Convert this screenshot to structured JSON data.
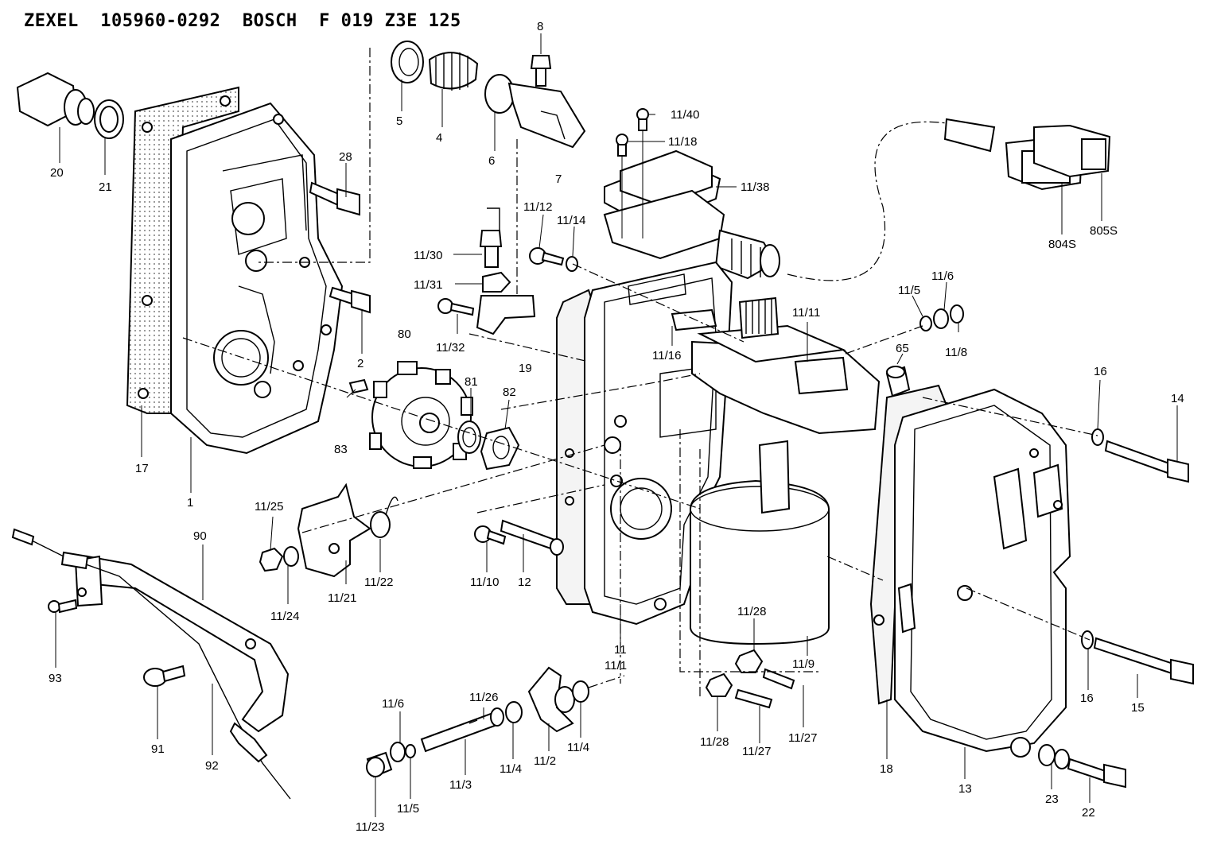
{
  "header": {
    "title": "ZEXEL  105960-0292  BOSCH  F 019 Z3E 125"
  },
  "diagram": {
    "labels": {
      "20": "20",
      "21": "21",
      "28": "28",
      "5": "5",
      "4": "4",
      "8": "8",
      "6": "6",
      "7": "7",
      "11_40": "11/40",
      "11_18": "11/18",
      "11_38": "11/38",
      "804S": "804S",
      "805S": "805S",
      "11_12": "11/12",
      "11_14": "11/14",
      "11_30": "11/30",
      "11_31": "11/31",
      "11_32": "11/32",
      "2": "2",
      "80": "80",
      "19": "19",
      "11_16": "11/16",
      "11_11": "11/11",
      "11_5a": "11/5",
      "11_6a": "11/6",
      "11_8": "11/8",
      "65": "65",
      "16a": "16",
      "14": "14",
      "83": "83",
      "81": "81",
      "82": "82",
      "17": "17",
      "1": "1",
      "11_25": "11/25",
      "11_22": "11/22",
      "11_24": "11/24",
      "11_21": "11/21",
      "11_10": "11/10",
      "12": "12",
      "90": "90",
      "93": "93",
      "91": "91",
      "92": "92",
      "11": "11",
      "11_1": "11/1",
      "11_28a": "11/28",
      "11_9": "11/9",
      "11_27a": "11/27",
      "11_28b": "11/28",
      "11_27b": "11/27",
      "16b": "16",
      "15": "15",
      "18": "18",
      "13": "13",
      "23": "23",
      "22": "22",
      "11_6b": "11/6",
      "11_26": "11/26",
      "11_3": "11/3",
      "11_4a": "11/4",
      "11_2": "11/2",
      "11_4b": "11/4",
      "11_23": "11/23",
      "11_5b": "11/5"
    }
  }
}
